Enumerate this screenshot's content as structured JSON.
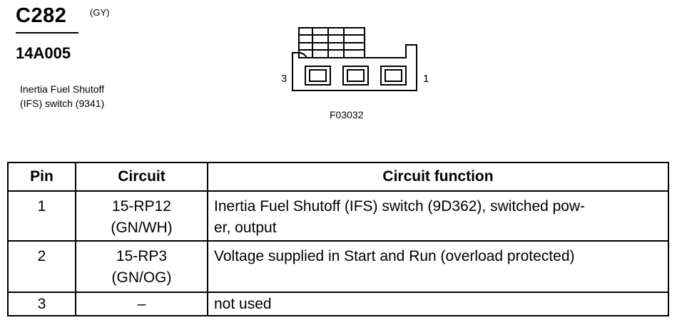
{
  "header": {
    "connector_id": "C282",
    "color_code": "(GY)",
    "part_number": "14A005",
    "description_line1": "Inertia Fuel Shutoff",
    "description_line2": "(IFS) switch (9341)"
  },
  "diagram": {
    "pin_left_label": "3",
    "pin_right_label": "1",
    "figure_code": "F03032"
  },
  "table": {
    "headers": {
      "pin": "Pin",
      "circuit": "Circuit",
      "function": "Circuit function"
    },
    "rows": [
      {
        "pin": "1",
        "circuit_line1": "15-RP12",
        "circuit_line2": "(GN/WH)",
        "function_line1": "Inertia Fuel Shutoff (IFS) switch (9D362), switched pow-",
        "function_line2": "er, output"
      },
      {
        "pin": "2",
        "circuit_line1": "15-RP3",
        "circuit_line2": "(GN/OG)",
        "function_line1": "Voltage supplied in Start and Run (overload protected)",
        "function_line2": ""
      },
      {
        "pin": "3",
        "circuit_line1": "–",
        "circuit_line2": "",
        "function_line1": "not used",
        "function_line2": ""
      }
    ]
  }
}
